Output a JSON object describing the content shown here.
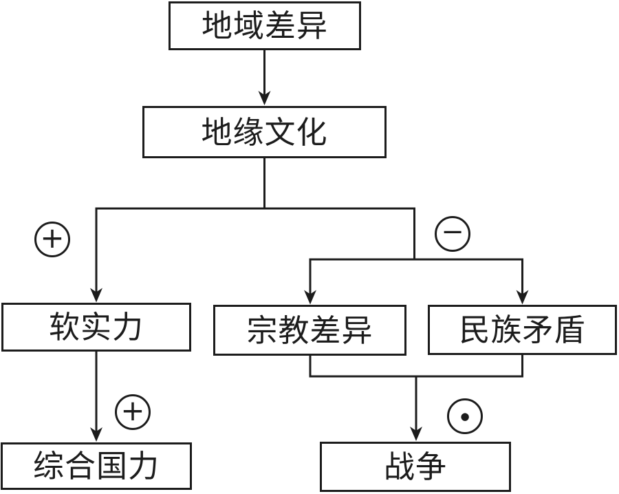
{
  "diagram": {
    "background_color": "#ffffff",
    "line_color": "#1c1c1c",
    "nodes": {
      "regional_difference": {
        "label": "地域差异"
      },
      "geo_culture": {
        "label": "地缘文化"
      },
      "soft_power": {
        "label": "软实力"
      },
      "religious_difference": {
        "label": "宗教差异"
      },
      "ethnic_conflict": {
        "label": "民族矛盾"
      },
      "national_power": {
        "label": "综合国力"
      },
      "war": {
        "label": "战争"
      }
    },
    "badges": {
      "plus_top": {
        "symbol": "+"
      },
      "minus": {
        "symbol": "−"
      },
      "plus_bottom": {
        "symbol": "+"
      },
      "dot": {
        "symbol": "●"
      }
    },
    "edges": [
      {
        "from": "地域差异",
        "to": "地缘文化",
        "sign": ""
      },
      {
        "from": "地缘文化",
        "to": "软实力",
        "sign": "+"
      },
      {
        "from": "地缘文化",
        "to": "宗教差异",
        "sign": "−"
      },
      {
        "from": "地缘文化",
        "to": "民族矛盾",
        "sign": "−"
      },
      {
        "from": "软实力",
        "to": "综合国力",
        "sign": "+"
      },
      {
        "from": "宗教差异",
        "to": "战争",
        "sign": "⊙"
      },
      {
        "from": "民族矛盾",
        "to": "战争",
        "sign": "⊙"
      }
    ]
  }
}
